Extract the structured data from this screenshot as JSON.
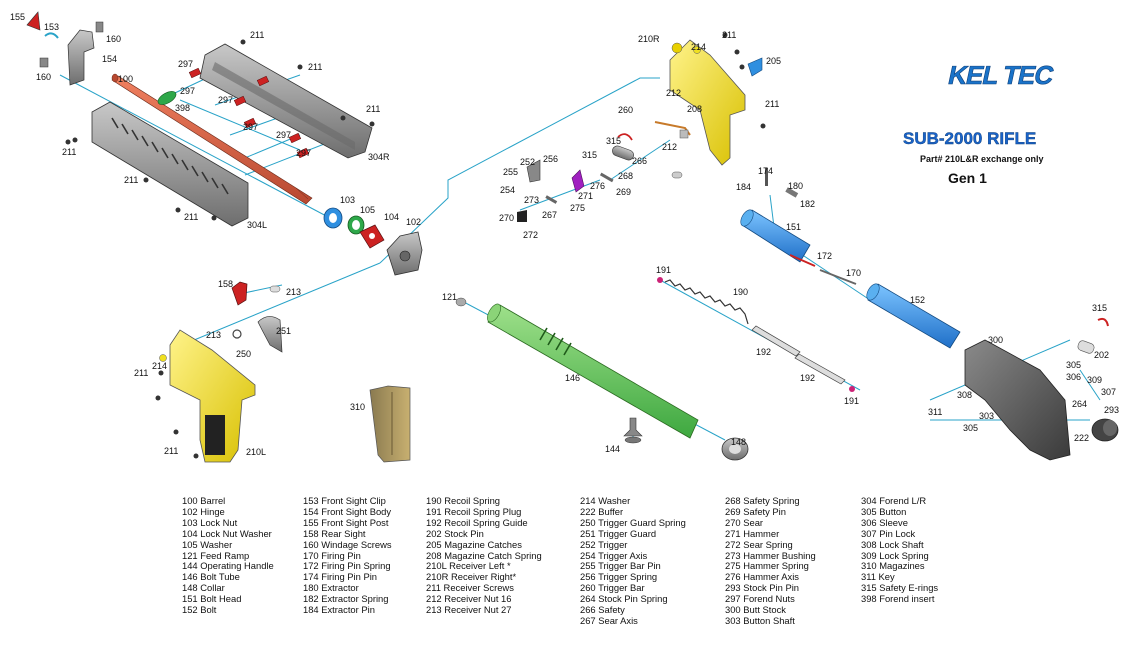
{
  "brand": {
    "logo_text": "KEL TEC",
    "title": "SUB-2000 RIFLE",
    "subtitle": "Part# 210L&R exchange only",
    "generation": "Gen 1",
    "logo_color": "#1a73c9"
  },
  "colors": {
    "leader_line": "#29a3c8",
    "barrel": "#d86040",
    "receiver": "#f0e020",
    "bolt_tube": "#6cc85a",
    "bolt": "#2f8fe0",
    "red_part": "#cc2222",
    "gray_part": "#8a8a8a"
  },
  "part_labels": [
    "155",
    "153",
    "160",
    "154",
    "160",
    "100",
    "211",
    "297",
    "297",
    "398",
    "297",
    "211",
    "297",
    "297",
    "211",
    "297",
    "304R",
    "211",
    "211",
    "211",
    "304L",
    "103",
    "105",
    "104",
    "102",
    "158",
    "213",
    "213",
    "251",
    "250",
    "211",
    "214",
    "210L",
    "211",
    "210R",
    "214",
    "211",
    "205",
    "212",
    "208",
    "211",
    "260",
    "212",
    "315",
    "315",
    "266",
    "256",
    "252",
    "255",
    "254",
    "276",
    "268",
    "271",
    "269",
    "273",
    "275",
    "267",
    "270",
    "272",
    "174",
    "184",
    "180",
    "182",
    "151",
    "172",
    "170",
    "152",
    "191",
    "190",
    "121",
    "146",
    "192",
    "192",
    "191",
    "310",
    "148",
    "144",
    "315",
    "300",
    "202",
    "305",
    "306",
    "309",
    "307",
    "308",
    "264",
    "293",
    "311",
    "303",
    "305",
    "222"
  ],
  "legend_columns": [
    [
      "100 Barrel",
      "102 Hinge",
      "103 Lock Nut",
      "104 Lock Nut Washer",
      "105 Washer",
      "121 Feed Ramp",
      "144 Operating Handle",
      "146 Bolt Tube",
      "148 Collar",
      "151 Bolt Head",
      "152 Bolt"
    ],
    [
      "153 Front Sight Clip",
      "154 Front Sight Body",
      "155 Front Sight Post",
      "158 Rear Sight",
      "160 Windage Screws",
      "170 Firing Pin",
      "172 Firing Pin Spring",
      "174 Firing Pin Pin",
      "180 Extractor",
      "182 Extractor Spring",
      "184 Extractor Pin"
    ],
    [
      "190 Recoil Spring",
      "191 Recoil Spring Plug",
      "192 Recoil Spring Guide",
      "202 Stock Pin",
      "205 Magazine Catches",
      "208 Magazine Catch Spring",
      "210L Receiver Left *",
      "210R Receiver Right*",
      "211 Receiver Screws",
      "212 Receiver Nut 16",
      "213 Receiver Nut 27"
    ],
    [
      "214 Washer",
      "222 Buffer",
      "250 Trigger Guard Spring",
      "251 Trigger Guard",
      "252 Trigger",
      "254 Trigger Axis",
      "255 Trigger Bar Pin",
      "256 Trigger Spring",
      "260 Trigger Bar",
      "264 Stock Pin Spring",
      "266 Safety",
      "267 Sear Axis"
    ],
    [
      "268 Safety Spring",
      "269 Safety Pin",
      "270 Sear",
      "271 Hammer",
      "272 Sear Spring",
      "273 Hammer Bushing",
      "275 Hammer Spring",
      "276 Hammer Axis",
      "293 Stock Pin Pin",
      "297 Forend Nuts",
      "300 Butt Stock",
      "303 Button Shaft"
    ],
    [
      "304 Forend L/R",
      "305 Button",
      "306 Sleeve",
      "307 Pin Lock",
      "308 Lock Shaft",
      "309 Lock Spring",
      "310 Magazines",
      "311 Key",
      "315 Safety E-rings",
      "398 Forend insert"
    ]
  ]
}
